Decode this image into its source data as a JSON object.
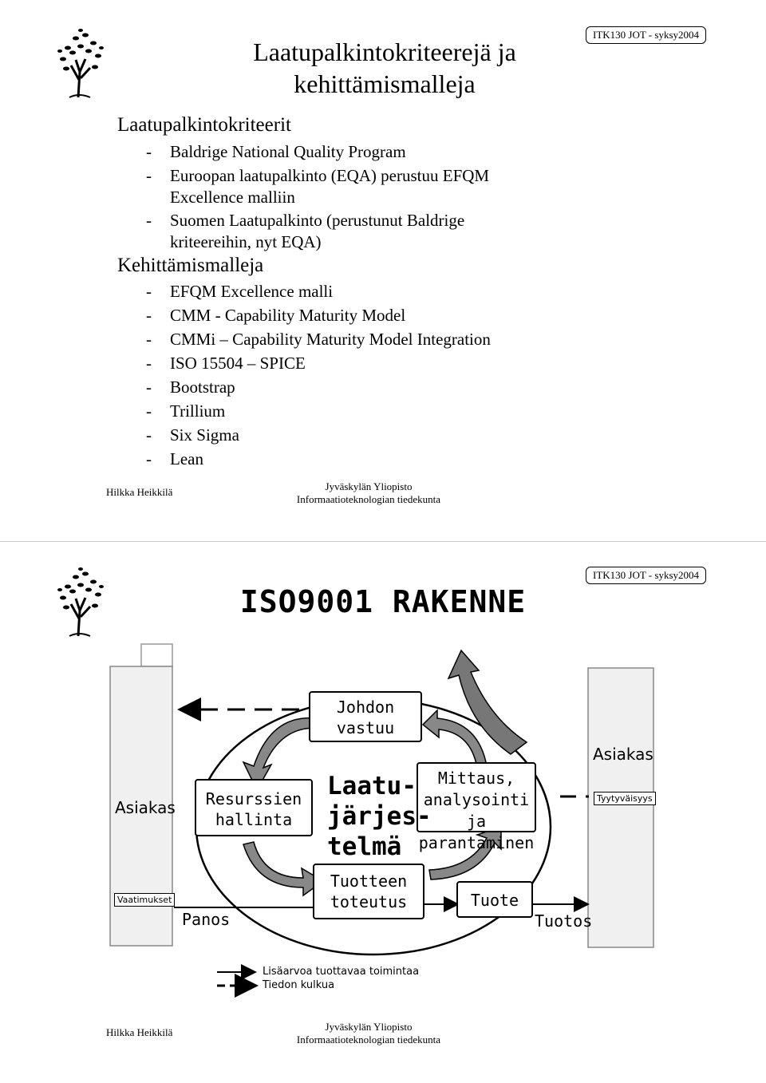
{
  "slide1": {
    "course_tag": "ITK130 JOT - syksy2004",
    "title_line1": "Laatupalkintokriteerejä ja",
    "title_line2": "kehittämismalleja",
    "section1": {
      "heading": "Laatupalkintokriteerit",
      "items": [
        [
          "Baldrige National Quality Program"
        ],
        [
          "Euroopan laatupalkinto (EQA) perustuu EFQM",
          "Excellence malliin"
        ],
        [
          "Suomen Laatupalkinto (perustunut Baldrige",
          "kriteereihin, nyt EQA)"
        ]
      ]
    },
    "section2": {
      "heading": "Kehittämismalleja",
      "items": [
        "EFQM Excellence malli",
        "CMM - Capability Maturity Model",
        "CMMi – Capability Maturity Model Integration",
        "ISO 15504 – SPICE",
        "Bootstrap",
        "Trillium",
        "Six Sigma",
        "Lean"
      ]
    },
    "footer_left": "Hilkka Heikkilä",
    "footer_center_1": "Jyväskylän Yliopisto",
    "footer_center_2": "Informaatioteknologian tiedekunta"
  },
  "slide2": {
    "course_tag": "ITK130 JOT - syksy2004",
    "title": "ISO9001 RAKENNE",
    "left_column": {
      "label": "Asiakas",
      "tag": "Vaatimukset"
    },
    "right_column": {
      "label": "Asiakas",
      "tag": "Tyytyväisyys"
    },
    "boxes": {
      "johdon_vastuu": [
        "Johdon",
        "vastuu"
      ],
      "resurssien_hallinta": [
        "Resurssien",
        "hallinta"
      ],
      "mittaus": [
        "Mittaus,",
        "analysointi ja",
        "parantaminen"
      ],
      "tuotteen_toteutus": [
        "Tuotteen",
        "toteutus"
      ],
      "tuote": "Tuote"
    },
    "center_label": [
      "Laatu-",
      "järjes-",
      "telmä"
    ],
    "panos": "Panos",
    "tuotos": "Tuotos",
    "legend": {
      "solid": "Lisäarvoa tuottavaa toimintaa",
      "dashed": "Tiedon kulkua"
    },
    "footer_left": "Hilkka Heikkilä",
    "footer_center_1": "Jyväskylän Yliopisto",
    "footer_center_2": "Informaatioteknologian tiedekunta"
  }
}
